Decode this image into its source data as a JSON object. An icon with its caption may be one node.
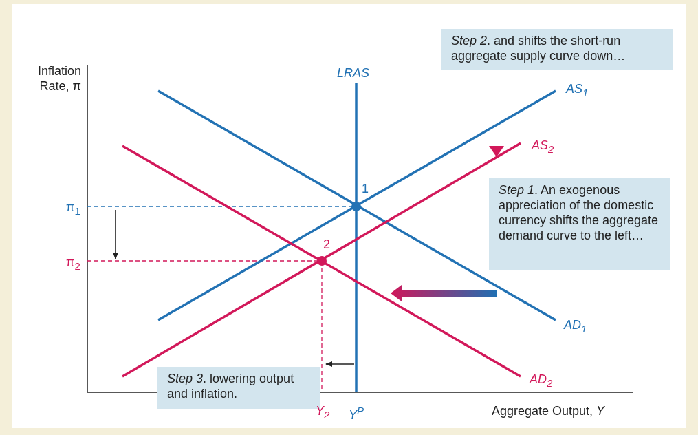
{
  "diagram": {
    "nodes": [
      {
        "text": [
          "*Step 2*. and shifts the short-run aggregate supply curve down…"
        ]
      },
      {
        "text": [
          "*Step 1*. An exogenous appreciation of the domestic currency shifts the aggregate demand curve to the left…"
        ]
      },
      {
        "text": [
          "*Step 3*. lowering output and inflation."
        ]
      }
    ],
    "labels": [
      "Inflation Rate, π",
      "LRAS",
      "AS$_{1}$",
      "AS$_{2}$",
      "1",
      "π$_{1}$",
      "2",
      "π$_{2}$",
      "AD$_{1}$",
      "AD$_{2}$",
      "Y$_{2}$",
      "Y$^{P}$",
      "Aggregate Output, *Y*"
    ]
  }
}
